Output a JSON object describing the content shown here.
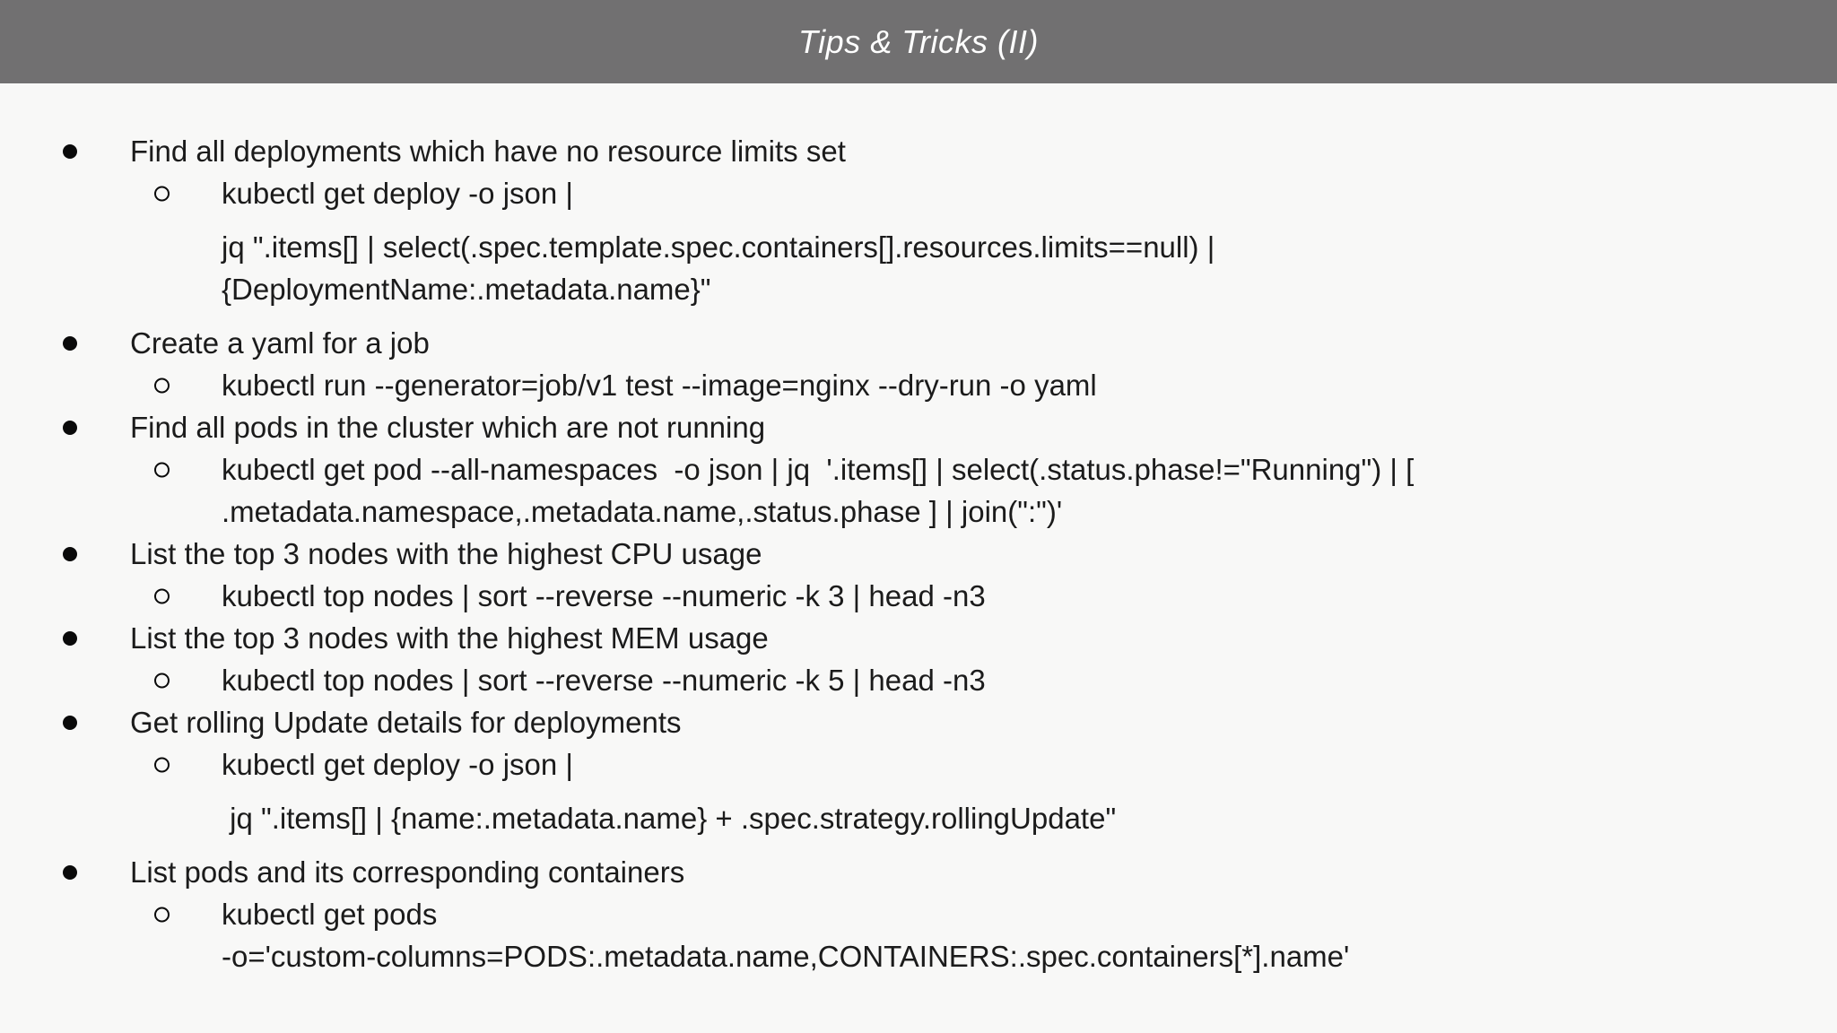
{
  "slide": {
    "title": "Tips & Tricks (II)",
    "colors": {
      "header_bg": "#717071",
      "page_bg": "#f8f8f7",
      "text": "#1b1b1b",
      "title_text": "#ffffff"
    },
    "lines": [
      {
        "level": 1,
        "marker": "disc",
        "gap": false,
        "text": "Find all deployments which have no resource limits set"
      },
      {
        "level": 2,
        "marker": "circle",
        "gap": false,
        "text": "kubectl get deploy -o json |"
      },
      {
        "level": 2,
        "marker": "none",
        "gap": true,
        "text": "jq \".items[] | select(.spec.template.spec.containers[].resources.limits==null) |"
      },
      {
        "level": 2,
        "marker": "none",
        "gap": false,
        "text": "{DeploymentName:.metadata.name}\""
      },
      {
        "level": 1,
        "marker": "disc",
        "gap": true,
        "text": "Create a yaml for a job"
      },
      {
        "level": 2,
        "marker": "circle",
        "gap": false,
        "text": "kubectl run --generator=job/v1 test --image=nginx --dry-run -o yaml"
      },
      {
        "level": 1,
        "marker": "disc",
        "gap": false,
        "text": "Find all pods in the cluster which are not running"
      },
      {
        "level": 2,
        "marker": "circle",
        "gap": false,
        "text": "kubectl get pod --all-namespaces  -o json | jq  '.items[] | select(.status.phase!=\"Running\") | ["
      },
      {
        "level": 2,
        "marker": "none",
        "gap": false,
        "text": ".metadata.namespace,.metadata.name,.status.phase ] | join(\":\")'"
      },
      {
        "level": 1,
        "marker": "disc",
        "gap": false,
        "text": "List the top 3 nodes with the highest CPU usage"
      },
      {
        "level": 2,
        "marker": "circle",
        "gap": false,
        "text": "kubectl top nodes | sort --reverse --numeric -k 3 | head -n3"
      },
      {
        "level": 1,
        "marker": "disc",
        "gap": false,
        "text": "List the top 3 nodes with the highest MEM usage"
      },
      {
        "level": 2,
        "marker": "circle",
        "gap": false,
        "text": "kubectl top nodes | sort --reverse --numeric -k 5 | head -n3"
      },
      {
        "level": 1,
        "marker": "disc",
        "gap": false,
        "text": "Get rolling Update details for deployments"
      },
      {
        "level": 2,
        "marker": "circle",
        "gap": false,
        "text": "kubectl get deploy -o json |"
      },
      {
        "level": 2,
        "marker": "none",
        "gap": true,
        "text": " jq \".items[] | {name:.metadata.name} + .spec.strategy.rollingUpdate\""
      },
      {
        "level": 1,
        "marker": "disc",
        "gap": true,
        "text": "List pods and its corresponding containers"
      },
      {
        "level": 2,
        "marker": "circle",
        "gap": false,
        "text": "kubectl get pods"
      },
      {
        "level": 2,
        "marker": "none",
        "gap": false,
        "text": "-o='custom-columns=PODS:.metadata.name,CONTAINERS:.spec.containers[*].name'"
      }
    ]
  }
}
